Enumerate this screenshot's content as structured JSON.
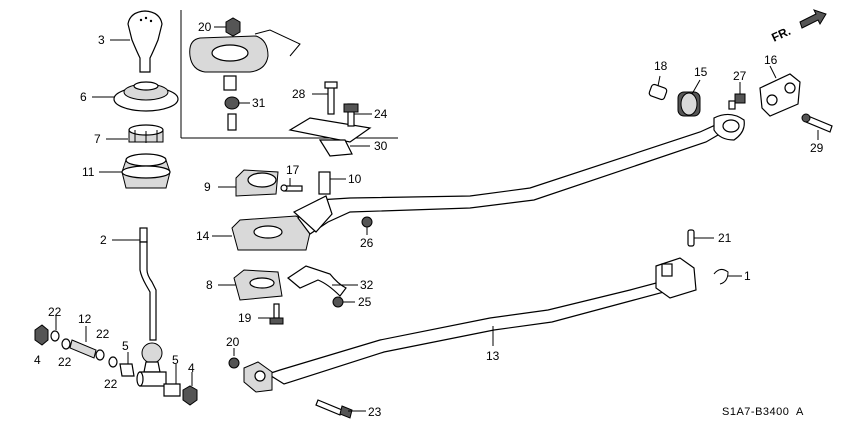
{
  "direction_label": "FR.",
  "diagram_code": "S1A7-B3400",
  "diagram_revision": "A",
  "callouts": {
    "c1": "1",
    "c2": "2",
    "c3": "3",
    "c4a": "4",
    "c4b": "4",
    "c5a": "5",
    "c5b": "5",
    "c6": "6",
    "c7": "7",
    "c8": "8",
    "c9": "9",
    "c10": "10",
    "c11": "11",
    "c12": "12",
    "c13": "13",
    "c14": "14",
    "c15": "15",
    "c16": "16",
    "c17": "17",
    "c18": "18",
    "c19": "19",
    "c20a": "20",
    "c20b": "20",
    "c21": "21",
    "c22a": "22",
    "c22b": "22",
    "c22c": "22",
    "c22d": "22",
    "c23": "23",
    "c24": "24",
    "c25": "25",
    "c26": "26",
    "c27": "27",
    "c28": "28",
    "c29": "29",
    "c30": "30",
    "c31": "31",
    "c32": "32"
  }
}
